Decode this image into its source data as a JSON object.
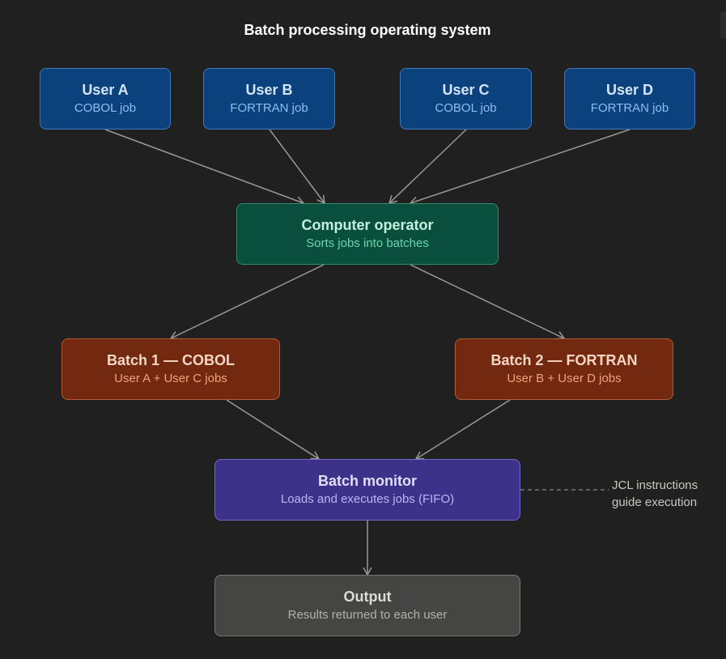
{
  "title": "Batch processing operating system",
  "users": [
    {
      "name": "User A",
      "job": "COBOL job"
    },
    {
      "name": "User B",
      "job": "FORTRAN job"
    },
    {
      "name": "User C",
      "job": "COBOL job"
    },
    {
      "name": "User D",
      "job": "FORTRAN job"
    }
  ],
  "operator": {
    "title": "Computer operator",
    "subtitle": "Sorts jobs into batches"
  },
  "batches": [
    {
      "title": "Batch 1 — COBOL",
      "subtitle": "User A + User C jobs"
    },
    {
      "title": "Batch 2 — FORTRAN",
      "subtitle": "User B + User D jobs"
    }
  ],
  "monitor": {
    "title": "Batch monitor",
    "subtitle": "Loads and executes jobs (FIFO)"
  },
  "output": {
    "title": "Output",
    "subtitle": "Results returned to each user"
  },
  "note": {
    "line1": "JCL instructions",
    "line2": "guide execution"
  },
  "colors": {
    "background": "#202020",
    "user": "#0b427d",
    "operator": "#0a4e3d",
    "batch": "#72290f",
    "monitor": "#3c3289",
    "output": "#454543",
    "arrow": "#9a9993"
  }
}
